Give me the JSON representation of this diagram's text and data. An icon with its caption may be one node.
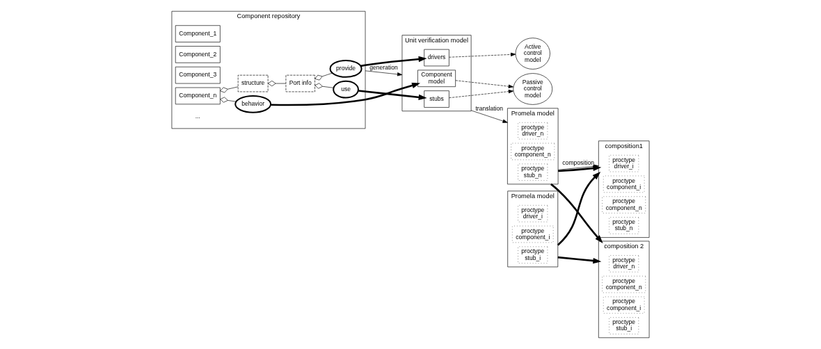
{
  "diagram": {
    "nodes": [
      {
        "text": [
          "Component repository"
        ]
      },
      {
        "text": [
          "Component_1"
        ],
        "in": 0
      },
      {
        "text": [
          "Component_2"
        ],
        "in": 0
      },
      {
        "text": [
          "Component_3"
        ],
        "in": 0
      },
      {
        "text": [
          "Component_n"
        ],
        "in": 0
      },
      {
        "text": [
          "structure"
        ],
        "in": 0
      },
      {
        "text": [
          "behavior"
        ],
        "in": 0
      },
      {
        "text": [
          "Port info"
        ],
        "in": 0
      },
      {
        "text": [
          "use"
        ],
        "in": 0
      },
      {
        "text": [
          "provide"
        ],
        "in": 0
      },
      {
        "text": [
          "Unit verification model"
        ]
      },
      {
        "text": [
          "Component model"
        ],
        "in": 10
      },
      {
        "text": [
          "drivers"
        ],
        "in": 10
      },
      {
        "text": [
          "stubs"
        ],
        "in": 10
      },
      {
        "text": [
          "Active control model"
        ]
      },
      {
        "text": [
          "Passive control model"
        ]
      },
      {
        "text": [
          "Promela model"
        ]
      },
      {
        "text": [
          "proctype driver_n"
        ],
        "in": 16
      },
      {
        "text": [
          "proctype component_n"
        ],
        "in": 16
      },
      {
        "text": [
          "proctype stub_n"
        ],
        "in": 16
      },
      {
        "text": [
          "Promela model"
        ]
      },
      {
        "text": [
          "proctype driver_i"
        ],
        "in": 20
      },
      {
        "text": [
          "proctype component_i"
        ],
        "in": 20
      },
      {
        "text": [
          "proctype stub_i"
        ],
        "in": 20
      },
      {
        "text": [
          "composition1"
        ]
      },
      {
        "text": [
          "proctype driver_i"
        ],
        "in": 24
      },
      {
        "text": [
          "proctype component_i"
        ],
        "in": 24
      },
      {
        "text": [
          "proctype component_n"
        ],
        "in": 24
      },
      {
        "text": [
          "proctype stub_n"
        ],
        "in": 24
      },
      {
        "text": [
          "composition 2"
        ]
      },
      {
        "text": [
          "proctype driver_n"
        ],
        "in": 29
      },
      {
        "text": [
          "proctype component_n"
        ],
        "in": 29
      },
      {
        "text": [
          "proctype component_i"
        ],
        "in": 29
      },
      {
        "text": [
          "proctype stub_i"
        ],
        "in": 29
      }
    ],
    "edges": [
      {
        "from": 0,
        "to": 10,
        "arrow": "to",
        "label": "generation"
      },
      {
        "from": 10,
        "to": 16,
        "arrow": "to",
        "label": "translation"
      },
      {
        "from": 16,
        "to": 24,
        "arrow": "to",
        "label": "composition"
      },
      {
        "from": 5,
        "to": 4,
        "arrow": "other"
      },
      {
        "from": 6,
        "to": 4,
        "arrow": "other"
      },
      {
        "from": 7,
        "to": 5,
        "arrow": "other"
      },
      {
        "from": 8,
        "to": 7,
        "arrow": "other"
      },
      {
        "from": 9,
        "to": 7,
        "arrow": "other"
      },
      {
        "from": 6,
        "to": 11,
        "arrow": "to",
        "style": "thick"
      },
      {
        "from": 9,
        "to": 12,
        "arrow": "to",
        "style": "thick"
      },
      {
        "from": 8,
        "to": 13,
        "arrow": "to",
        "style": "thick"
      },
      {
        "from": 11,
        "to": 15,
        "arrow": "to",
        "style": "dashed"
      },
      {
        "from": 12,
        "to": 14,
        "arrow": "to",
        "style": "dashed"
      },
      {
        "from": 13,
        "to": 15,
        "arrow": "to",
        "style": "dashed"
      },
      {
        "from": 16,
        "to": 24,
        "arrow": "to",
        "style": "thick"
      },
      {
        "from": 16,
        "to": 29,
        "arrow": "to",
        "style": "thick"
      },
      {
        "from": 20,
        "to": 24,
        "arrow": "to",
        "style": "thick"
      },
      {
        "from": 20,
        "to": 29,
        "arrow": "to",
        "style": "thick"
      }
    ],
    "labels": [
      "..."
    ]
  }
}
